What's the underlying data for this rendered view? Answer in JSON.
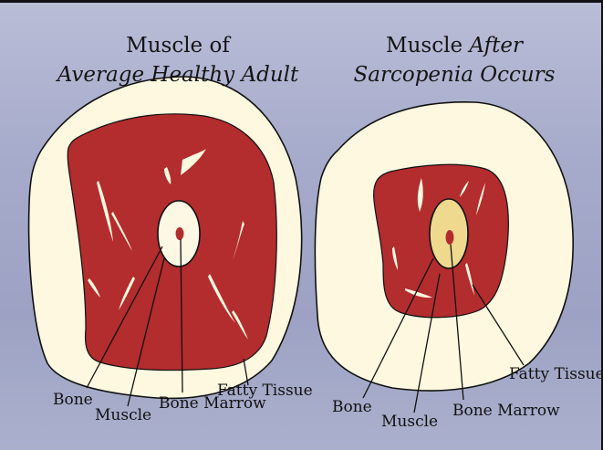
{
  "left_panel": {
    "title_line1": "Muscle of",
    "title_line2": "Average Healthy Adult",
    "labels": {
      "bone": "Bone",
      "muscle": "Muscle",
      "bone_marrow": "Bone Marrow",
      "fatty_tissue": "Fatty Tissue"
    }
  },
  "right_panel": {
    "title_line1_plain": "Muscle",
    "title_line1_italic": "After",
    "title_line2": "Sarcopenia Occurs",
    "labels": {
      "bone": "Bone",
      "muscle": "Muscle",
      "bone_marrow": "Bone Marrow",
      "fatty_tissue": "Fatty Tissue"
    }
  },
  "colors": {
    "background": "#a6abcb",
    "fat": "#fdf8df",
    "muscle": "#b32c2e",
    "bone_healthy": "#fdf8e4",
    "bone_sarcopenia": "#efd98e",
    "marrow": "#b32c2e",
    "outline": "#111111"
  }
}
